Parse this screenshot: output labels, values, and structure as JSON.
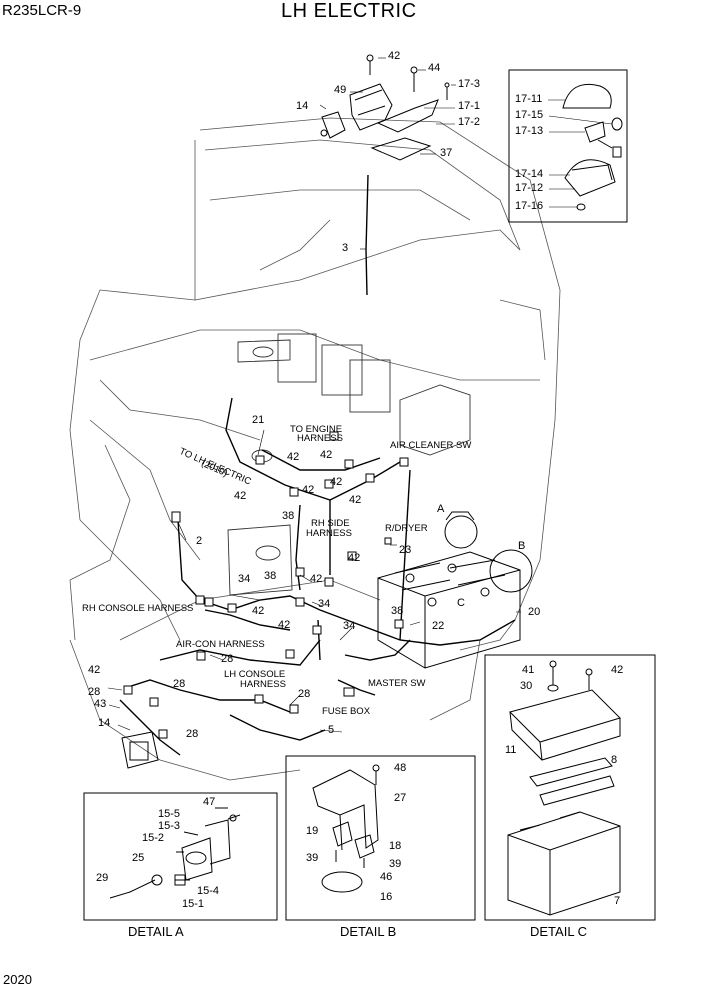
{
  "header": {
    "model": "R235LCR-9",
    "title": "LH ELECTRIC"
  },
  "footer": {
    "page": "2020"
  },
  "callouts": {
    "c42a": "42",
    "c44": "44",
    "c17_3": "17-3",
    "c49": "49",
    "c17_1": "17-1",
    "c14a": "14",
    "c17_2": "17-2",
    "c37": "37",
    "c3": "3",
    "c17_11": "17-11",
    "c17_15": "17-15",
    "c17_13": "17-13",
    "c17_14": "17-14",
    "c17_12": "17-12",
    "c17_16": "17-16",
    "c21": "21",
    "c42b": "42",
    "c42c": "42",
    "c42d": "42",
    "c42e": "42",
    "c42f": "42",
    "c42g": "42",
    "c38a": "38",
    "c38b": "38",
    "c38c": "38",
    "c2": "2",
    "c34a": "34",
    "c34b": "34",
    "c34c": "34",
    "c42h": "42",
    "c42i": "42",
    "c23": "23",
    "cA": "A",
    "cB": "B",
    "cC": "C",
    "c20": "20",
    "c22": "22",
    "c28a": "28",
    "c28b": "28",
    "c28c": "28",
    "c28d": "28",
    "c42j": "42",
    "c42k": "42",
    "c42l": "42",
    "c43": "43",
    "c14b": "14",
    "c5": "5",
    "c28e": "28"
  },
  "labels": {
    "to_engine": "TO ENGINE",
    "harness1": "HARNESS",
    "air_cleaner": "AIR CLEANER SW",
    "to_lh_electric": "TO LH ELECTRIC",
    "to_lh_code": "(2010)",
    "rh_side": "RH SIDE",
    "harness2": "HARNESS",
    "rdryer": "R/DRYER",
    "rh_console": "RH CONSOLE HARNESS",
    "aircon": "AIR-CON HARNESS",
    "lh_console": "LH CONSOLE",
    "harness3": "HARNESS",
    "master_sw": "MASTER SW",
    "fuse_box": "FUSE BOX"
  },
  "detail_a": {
    "caption": "DETAIL A",
    "items": {
      "d47": "47",
      "d15_5": "15-5",
      "d15_3": "15-3",
      "d15_2": "15-2",
      "d25": "25",
      "d29": "29",
      "d15_4": "15-4",
      "d15_1": "15-1"
    }
  },
  "detail_b": {
    "caption": "DETAIL B",
    "items": {
      "d48": "48",
      "d27": "27",
      "d19": "19",
      "d18": "18",
      "d39a": "39",
      "d39b": "39",
      "d46": "46",
      "d16": "16"
    }
  },
  "detail_c": {
    "caption": "DETAIL C",
    "items": {
      "d41": "41",
      "d42": "42",
      "d30": "30",
      "d11": "11",
      "d8": "8",
      "d7": "7"
    }
  }
}
